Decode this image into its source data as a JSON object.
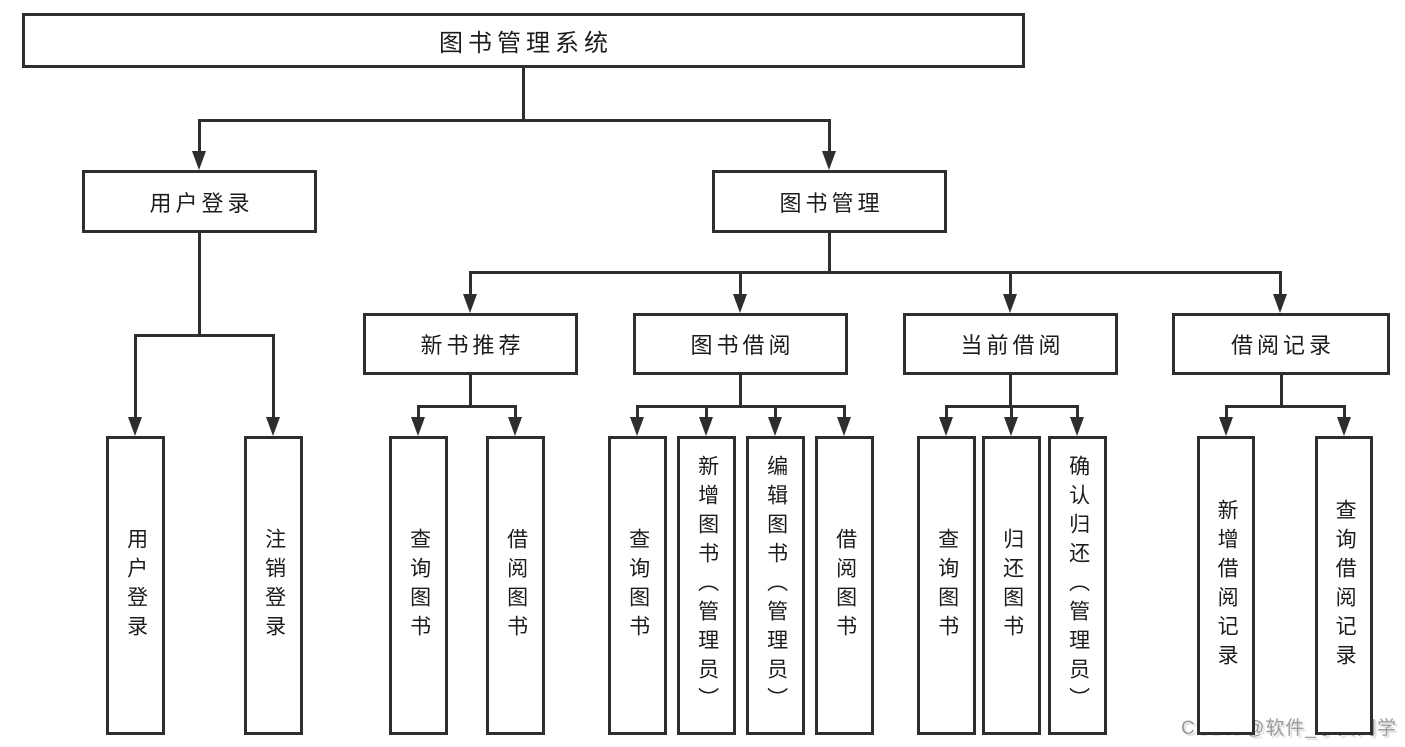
{
  "diagram": {
    "title": "图书管理系统",
    "watermark": "CSDN @软件_小贺同学",
    "colors": {
      "line": "#2e2e2e",
      "box_bg": "#ffffff",
      "text": "#1c1c1c",
      "watermark": "#9b9b9b"
    },
    "nodes": [
      {
        "id": "root",
        "label": "图书管理系统",
        "level": 1,
        "parent": null
      },
      {
        "id": "login",
        "label": "用户登录",
        "level": 2,
        "parent": "root"
      },
      {
        "id": "mgmt",
        "label": "图书管理",
        "level": 2,
        "parent": "root"
      },
      {
        "id": "recommend",
        "label": "新书推荐",
        "level": 3,
        "parent": "mgmt"
      },
      {
        "id": "borrow",
        "label": "图书借阅",
        "level": 3,
        "parent": "mgmt"
      },
      {
        "id": "current",
        "label": "当前借阅",
        "level": 3,
        "parent": "mgmt"
      },
      {
        "id": "record",
        "label": "借阅记录",
        "level": 3,
        "parent": "mgmt"
      },
      {
        "id": "login-1",
        "label": "用户登录",
        "level": 4,
        "parent": "login"
      },
      {
        "id": "login-2",
        "label": "注销登录",
        "level": 4,
        "parent": "login"
      },
      {
        "id": "recommend-1",
        "label": "查询图书",
        "level": 4,
        "parent": "recommend"
      },
      {
        "id": "recommend-2",
        "label": "借阅图书",
        "level": 4,
        "parent": "recommend"
      },
      {
        "id": "borrow-1",
        "label": "查询图书",
        "level": 4,
        "parent": "borrow"
      },
      {
        "id": "borrow-2",
        "label": "新增图书（管理员）",
        "level": 4,
        "parent": "borrow"
      },
      {
        "id": "borrow-3",
        "label": "编辑图书（管理员）",
        "level": 4,
        "parent": "borrow"
      },
      {
        "id": "borrow-4",
        "label": "借阅图书",
        "level": 4,
        "parent": "borrow"
      },
      {
        "id": "current-1",
        "label": "查询图书",
        "level": 4,
        "parent": "current"
      },
      {
        "id": "current-2",
        "label": "归还图书",
        "level": 4,
        "parent": "current"
      },
      {
        "id": "current-3",
        "label": "确认归还（管理员）",
        "level": 4,
        "parent": "current"
      },
      {
        "id": "record-1",
        "label": "新增借阅记录",
        "level": 4,
        "parent": "record"
      },
      {
        "id": "record-2",
        "label": "查询借阅记录",
        "level": 4,
        "parent": "record"
      }
    ]
  }
}
